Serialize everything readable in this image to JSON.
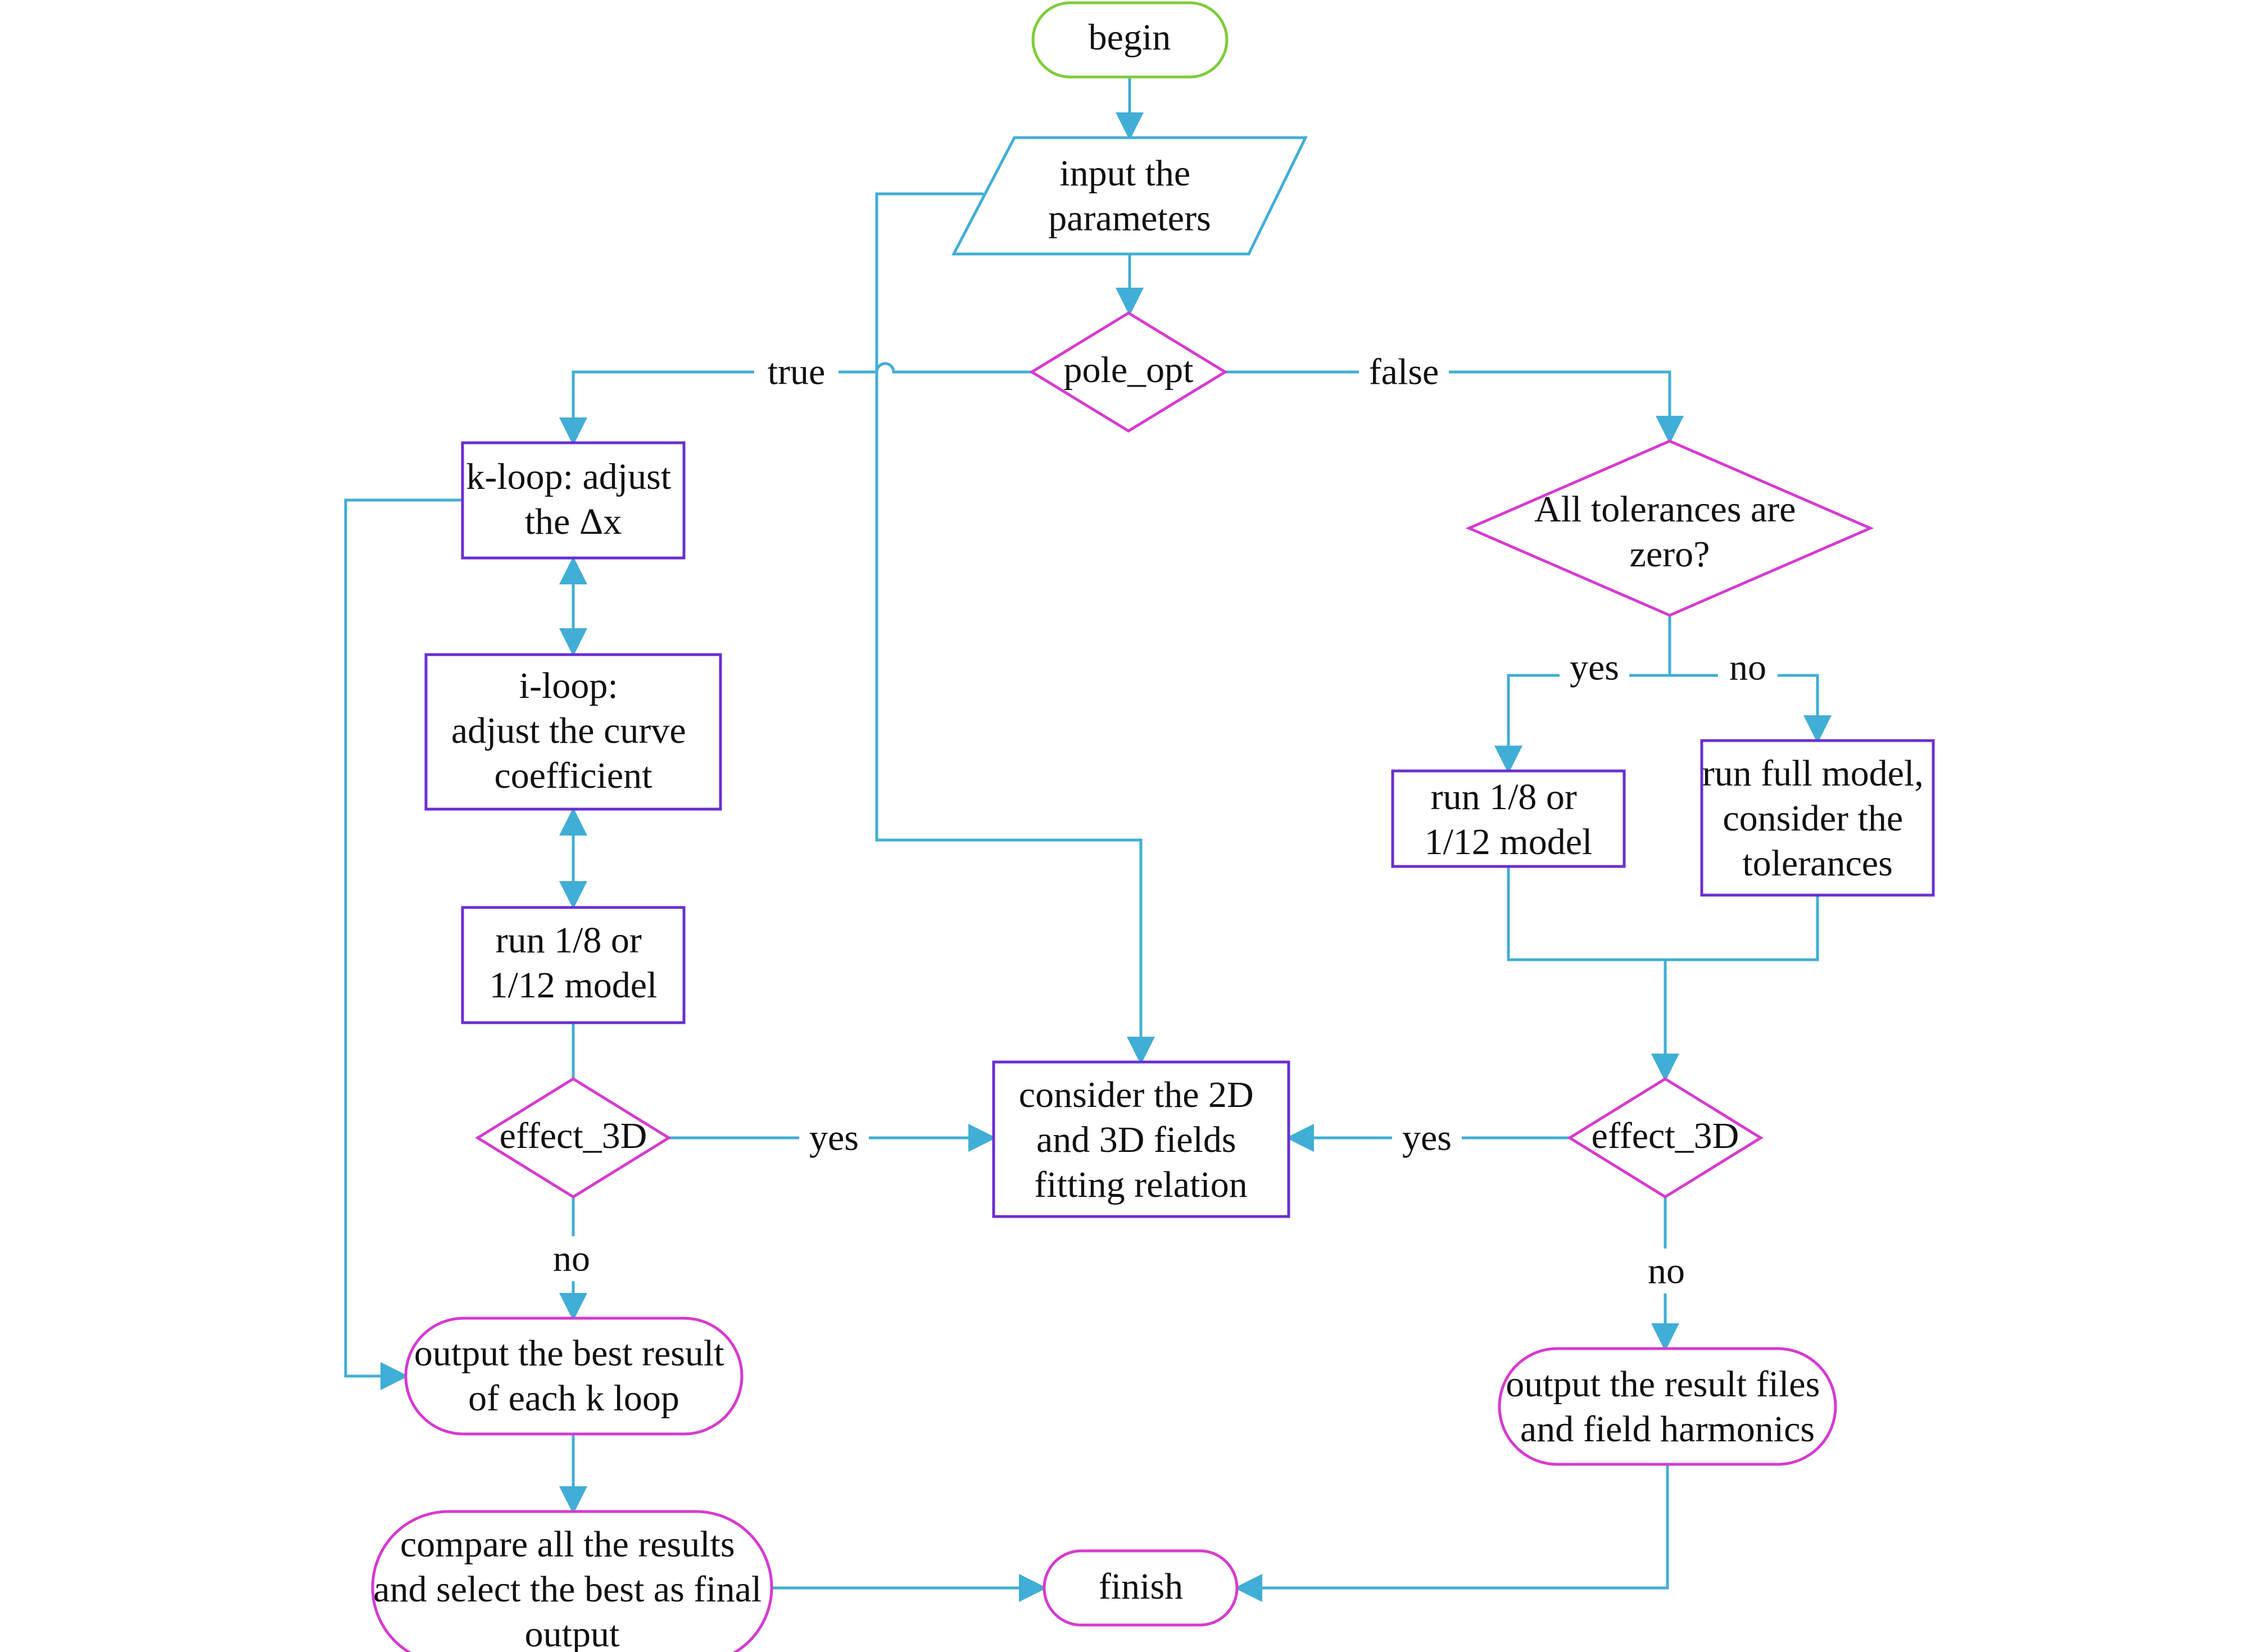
{
  "colors": {
    "connector": "#41aed6",
    "terminal_begin": "#7fcc3a",
    "terminal": "#d63ad0",
    "decision": "#d63ad0",
    "process": "#6a2fd1",
    "io": "#41aed6",
    "text": "#111111"
  },
  "nodes": {
    "begin": {
      "lines": [
        "begin"
      ]
    },
    "input": {
      "lines": [
        "input the",
        "parameters"
      ]
    },
    "pole_opt": {
      "lines": [
        "pole_opt"
      ]
    },
    "kloop": {
      "lines": [
        "k-loop: adjust",
        "the Δx"
      ]
    },
    "iloop": {
      "lines": [
        "i-loop:",
        "adjust the curve",
        "coefficient"
      ]
    },
    "run_left": {
      "lines": [
        "run 1/8 or",
        "1/12 model"
      ]
    },
    "effect_left": {
      "lines": [
        "effect_3D"
      ]
    },
    "consider": {
      "lines": [
        "consider the 2D",
        "and 3D fields",
        "fitting relation"
      ]
    },
    "tolerances": {
      "lines": [
        "All tolerances are",
        "zero?"
      ]
    },
    "run_right": {
      "lines": [
        "run 1/8 or",
        "1/12 model"
      ]
    },
    "run_full": {
      "lines": [
        "run full model,",
        "consider the",
        "tolerances"
      ]
    },
    "effect_right": {
      "lines": [
        "effect_3D"
      ]
    },
    "output_best": {
      "lines": [
        "output the best result",
        "of each k loop"
      ]
    },
    "compare": {
      "lines": [
        "compare all the results",
        "and select the best as final",
        "output"
      ]
    },
    "finish": {
      "lines": [
        "finish"
      ]
    },
    "output_files": {
      "lines": [
        "output the result files",
        "and field harmonics"
      ]
    }
  },
  "edge_labels": {
    "true": "true",
    "false": "false",
    "yes_tol": "yes",
    "no_tol": "no",
    "yes_left": "yes",
    "yes_right": "yes",
    "no_left": "no",
    "no_right": "no"
  }
}
